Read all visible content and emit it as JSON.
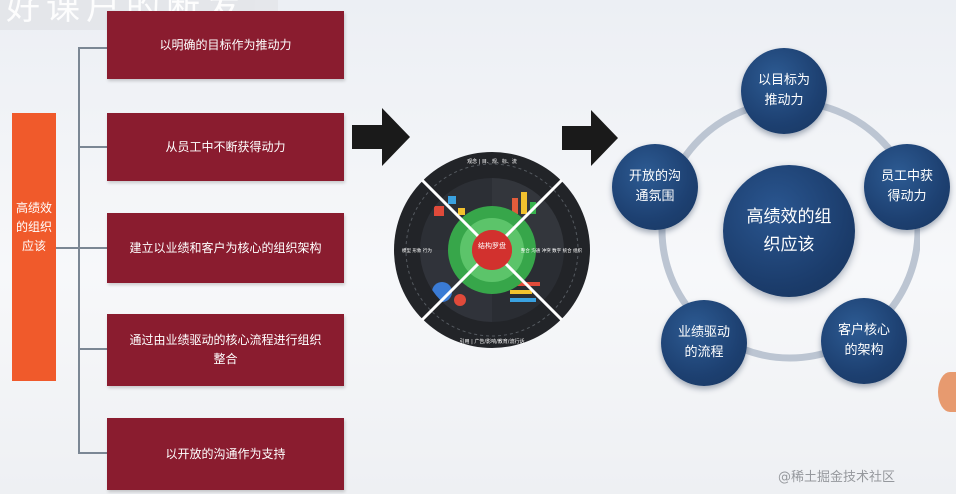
{
  "title_fragment": "好课户的断发",
  "left_panel": {
    "main_label": "高绩效的组织应该",
    "branches": [
      "以明确的目标作为推动力",
      "从员工中不断获得动力",
      "建立以业绩和客户为核心的组织架构",
      "通过由业绩驱动的核心流程进行组织整合",
      "以开放的沟通作为支持"
    ]
  },
  "wheel": {
    "center": "结构罗盘",
    "top_caption": "观念 | 目、规、标、流",
    "left_caption": "模型 形象 行为",
    "right_caption": "整合 沟通 冲突 数字 统合 组织",
    "bottom_caption": "引用 | 广告/影响/教育/流行话"
  },
  "cycle": {
    "center": "高绩效的组织应该",
    "nodes": [
      "以目标为推动力",
      "员工中获得动力",
      "客户核心的架构",
      "业绩驱动的流程",
      "开放的沟通氛围"
    ]
  },
  "watermark": "@稀土掘金技术社区",
  "colors": {
    "orange": "#f05a2b",
    "dark_red": "#8a1c2f",
    "navy": "#1d4071",
    "ring": "#bcc5d2"
  }
}
